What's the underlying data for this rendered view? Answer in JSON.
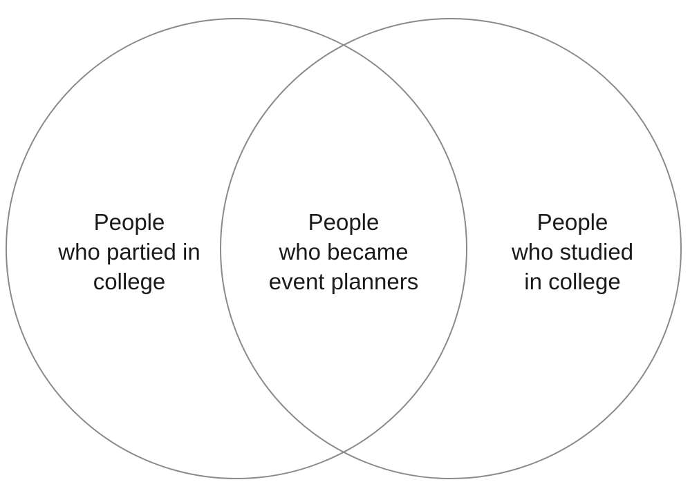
{
  "diagram": {
    "type": "venn",
    "sets": [
      {
        "id": "left",
        "lines": [
          "People",
          "who partied in",
          "college"
        ]
      },
      {
        "id": "right",
        "lines": [
          "People",
          "who studied",
          "in college"
        ]
      }
    ],
    "intersection": {
      "lines": [
        "People",
        "who became",
        "event planners"
      ]
    },
    "colors": {
      "stroke": "#8a8a8a",
      "text": "#1a1a1a",
      "background": "#ffffff"
    }
  }
}
